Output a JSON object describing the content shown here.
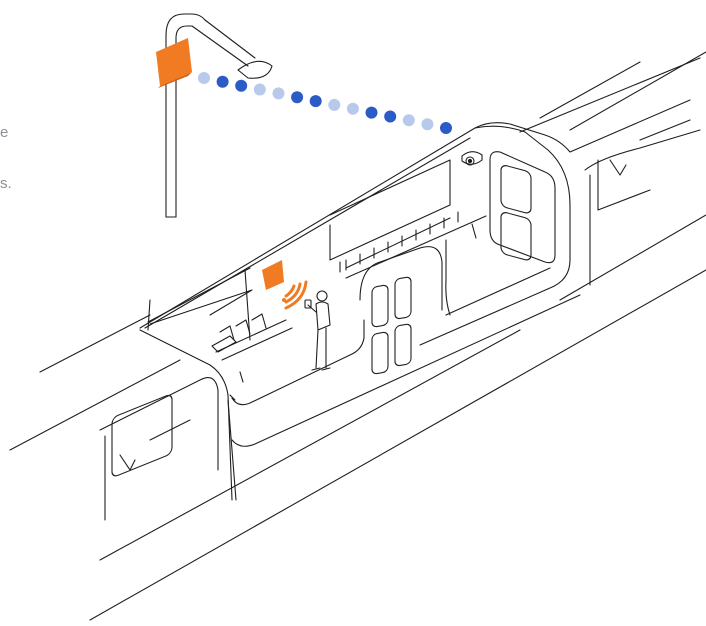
{
  "side_text": [
    "e",
    "s."
  ],
  "colors": {
    "line": "#1f1f1f",
    "orange": "#f07b22",
    "orange_dark": "#d35f10",
    "dot_dark": "#2a5bc7",
    "dot_light": "#b8c9ec"
  },
  "icons": {
    "antenna": "orange-antenna-panel",
    "wifi": "wifi-signal-icon",
    "camera": "dome-camera-icon",
    "passenger": "passenger-with-phone"
  },
  "signal_dots": [
    "light",
    "dark",
    "dark",
    "light",
    "light",
    "dark",
    "dark",
    "light",
    "light",
    "dark",
    "dark",
    "light",
    "light",
    "dark"
  ]
}
